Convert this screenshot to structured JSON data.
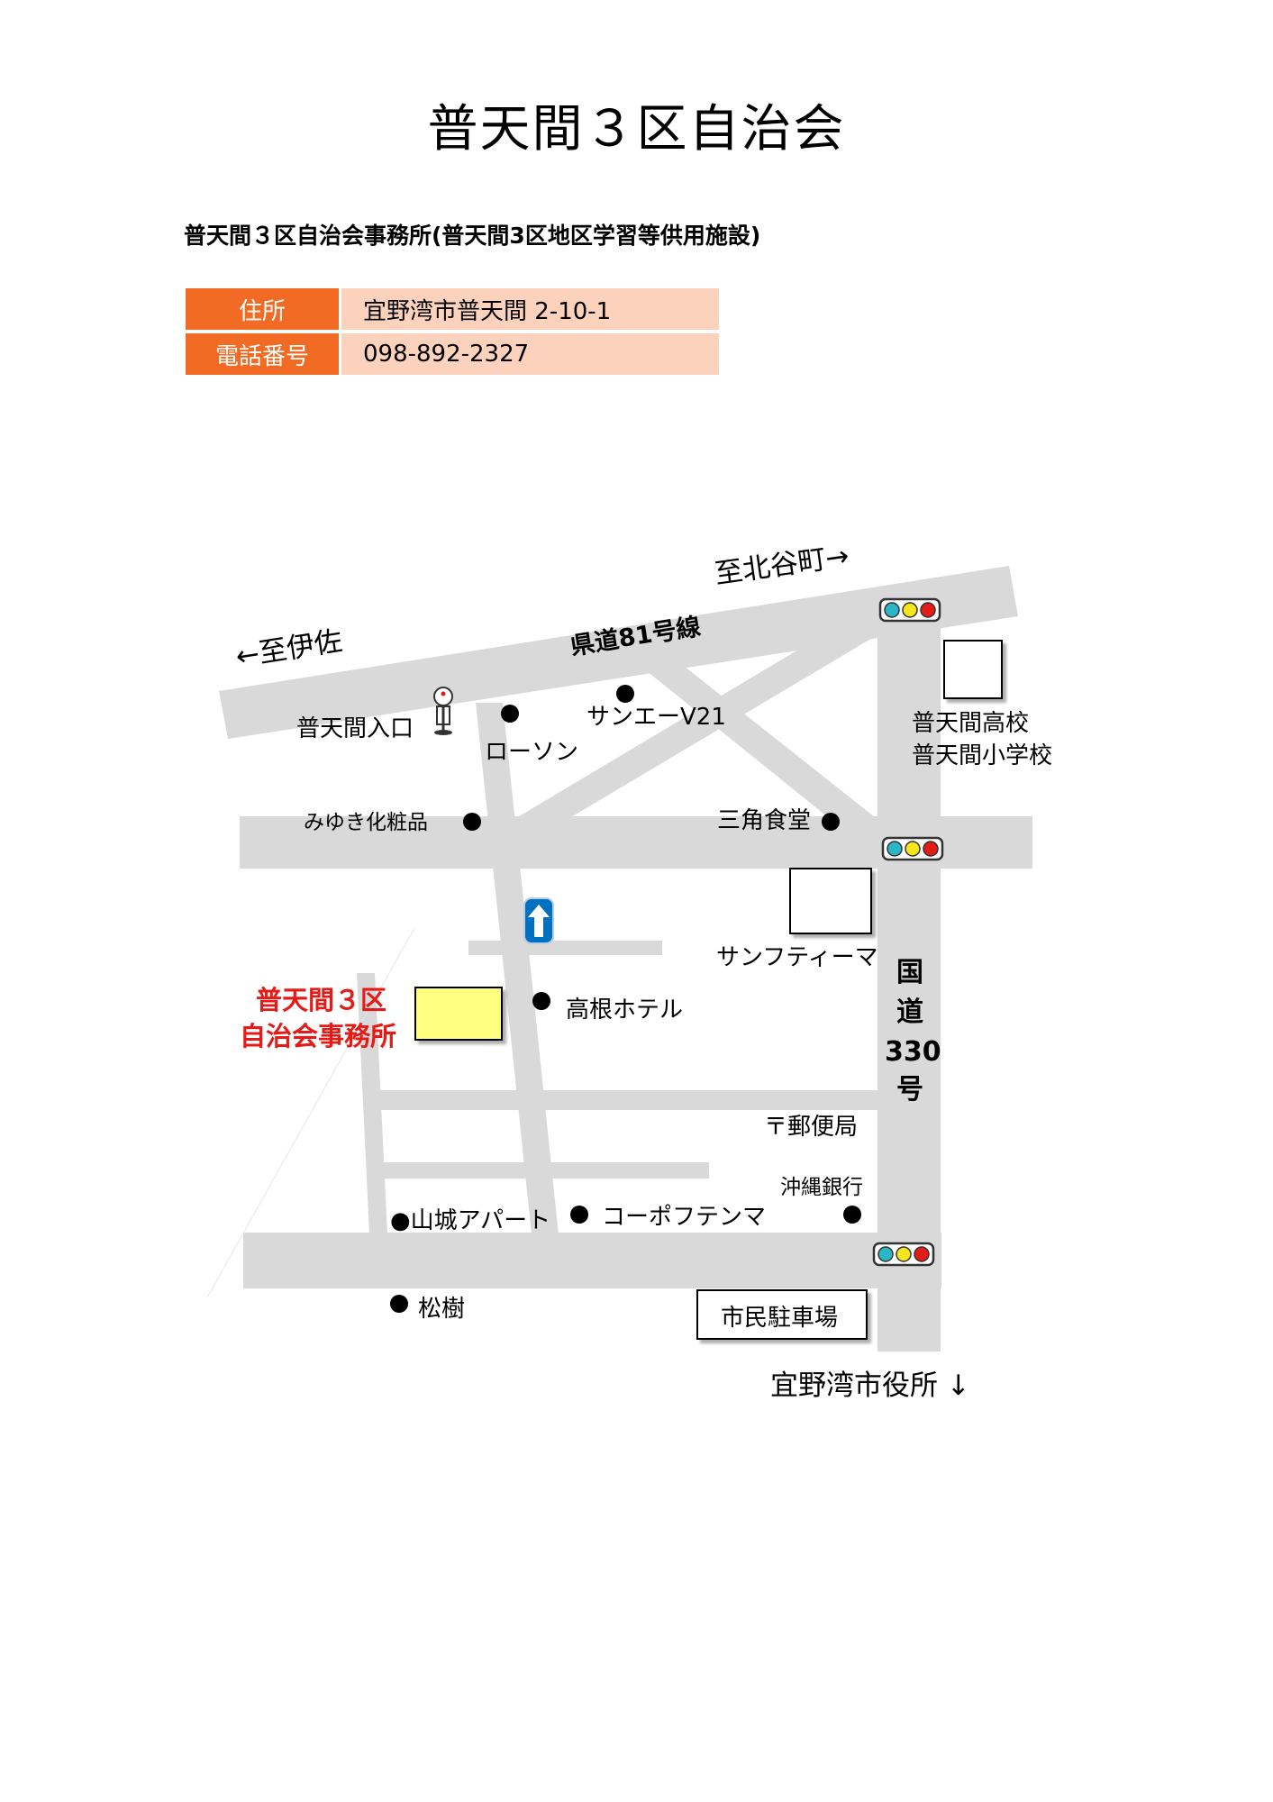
{
  "title": "普天間３区自治会",
  "subtitle": "普天間３区自治会事務所(普天間3区地区学習等供用施設)",
  "info": [
    {
      "label": "住所",
      "value": "宜野湾市普天間 2-10-1"
    },
    {
      "label": "電話番号",
      "value": "098-892-2327"
    }
  ],
  "map": {
    "road_colour": "#d9d9d9",
    "office_colour": "#ffff80",
    "to_chatan": "至北谷町→",
    "to_isa": "←至伊佐",
    "prefectural_road": "県道81号線",
    "bus_stop": "普天間入口",
    "lawson": "ローソン",
    "san_a": "サンエーV21",
    "futenma_high": "普天間高校",
    "futenma_elementary": "普天間小学校",
    "miyuki": "みゆき化粧品",
    "sankaku": "三角食堂",
    "sanfutima": "サンフティーマ",
    "office_line1": "普天間３区",
    "office_line2": "自治会事務所",
    "takane_hotel": "高根ホテル",
    "route330_1": "国",
    "route330_2": "道",
    "route330_3": "330",
    "route330_4": "号",
    "post_office": "〒郵便局",
    "okinawa_bank": "沖縄銀行",
    "yamashiro": "●山城アパート",
    "corpo": "コーポフテンマ",
    "shoju": "松樹",
    "parking": "市民駐車場",
    "city_hall": "宜野湾市役所 ↓"
  }
}
